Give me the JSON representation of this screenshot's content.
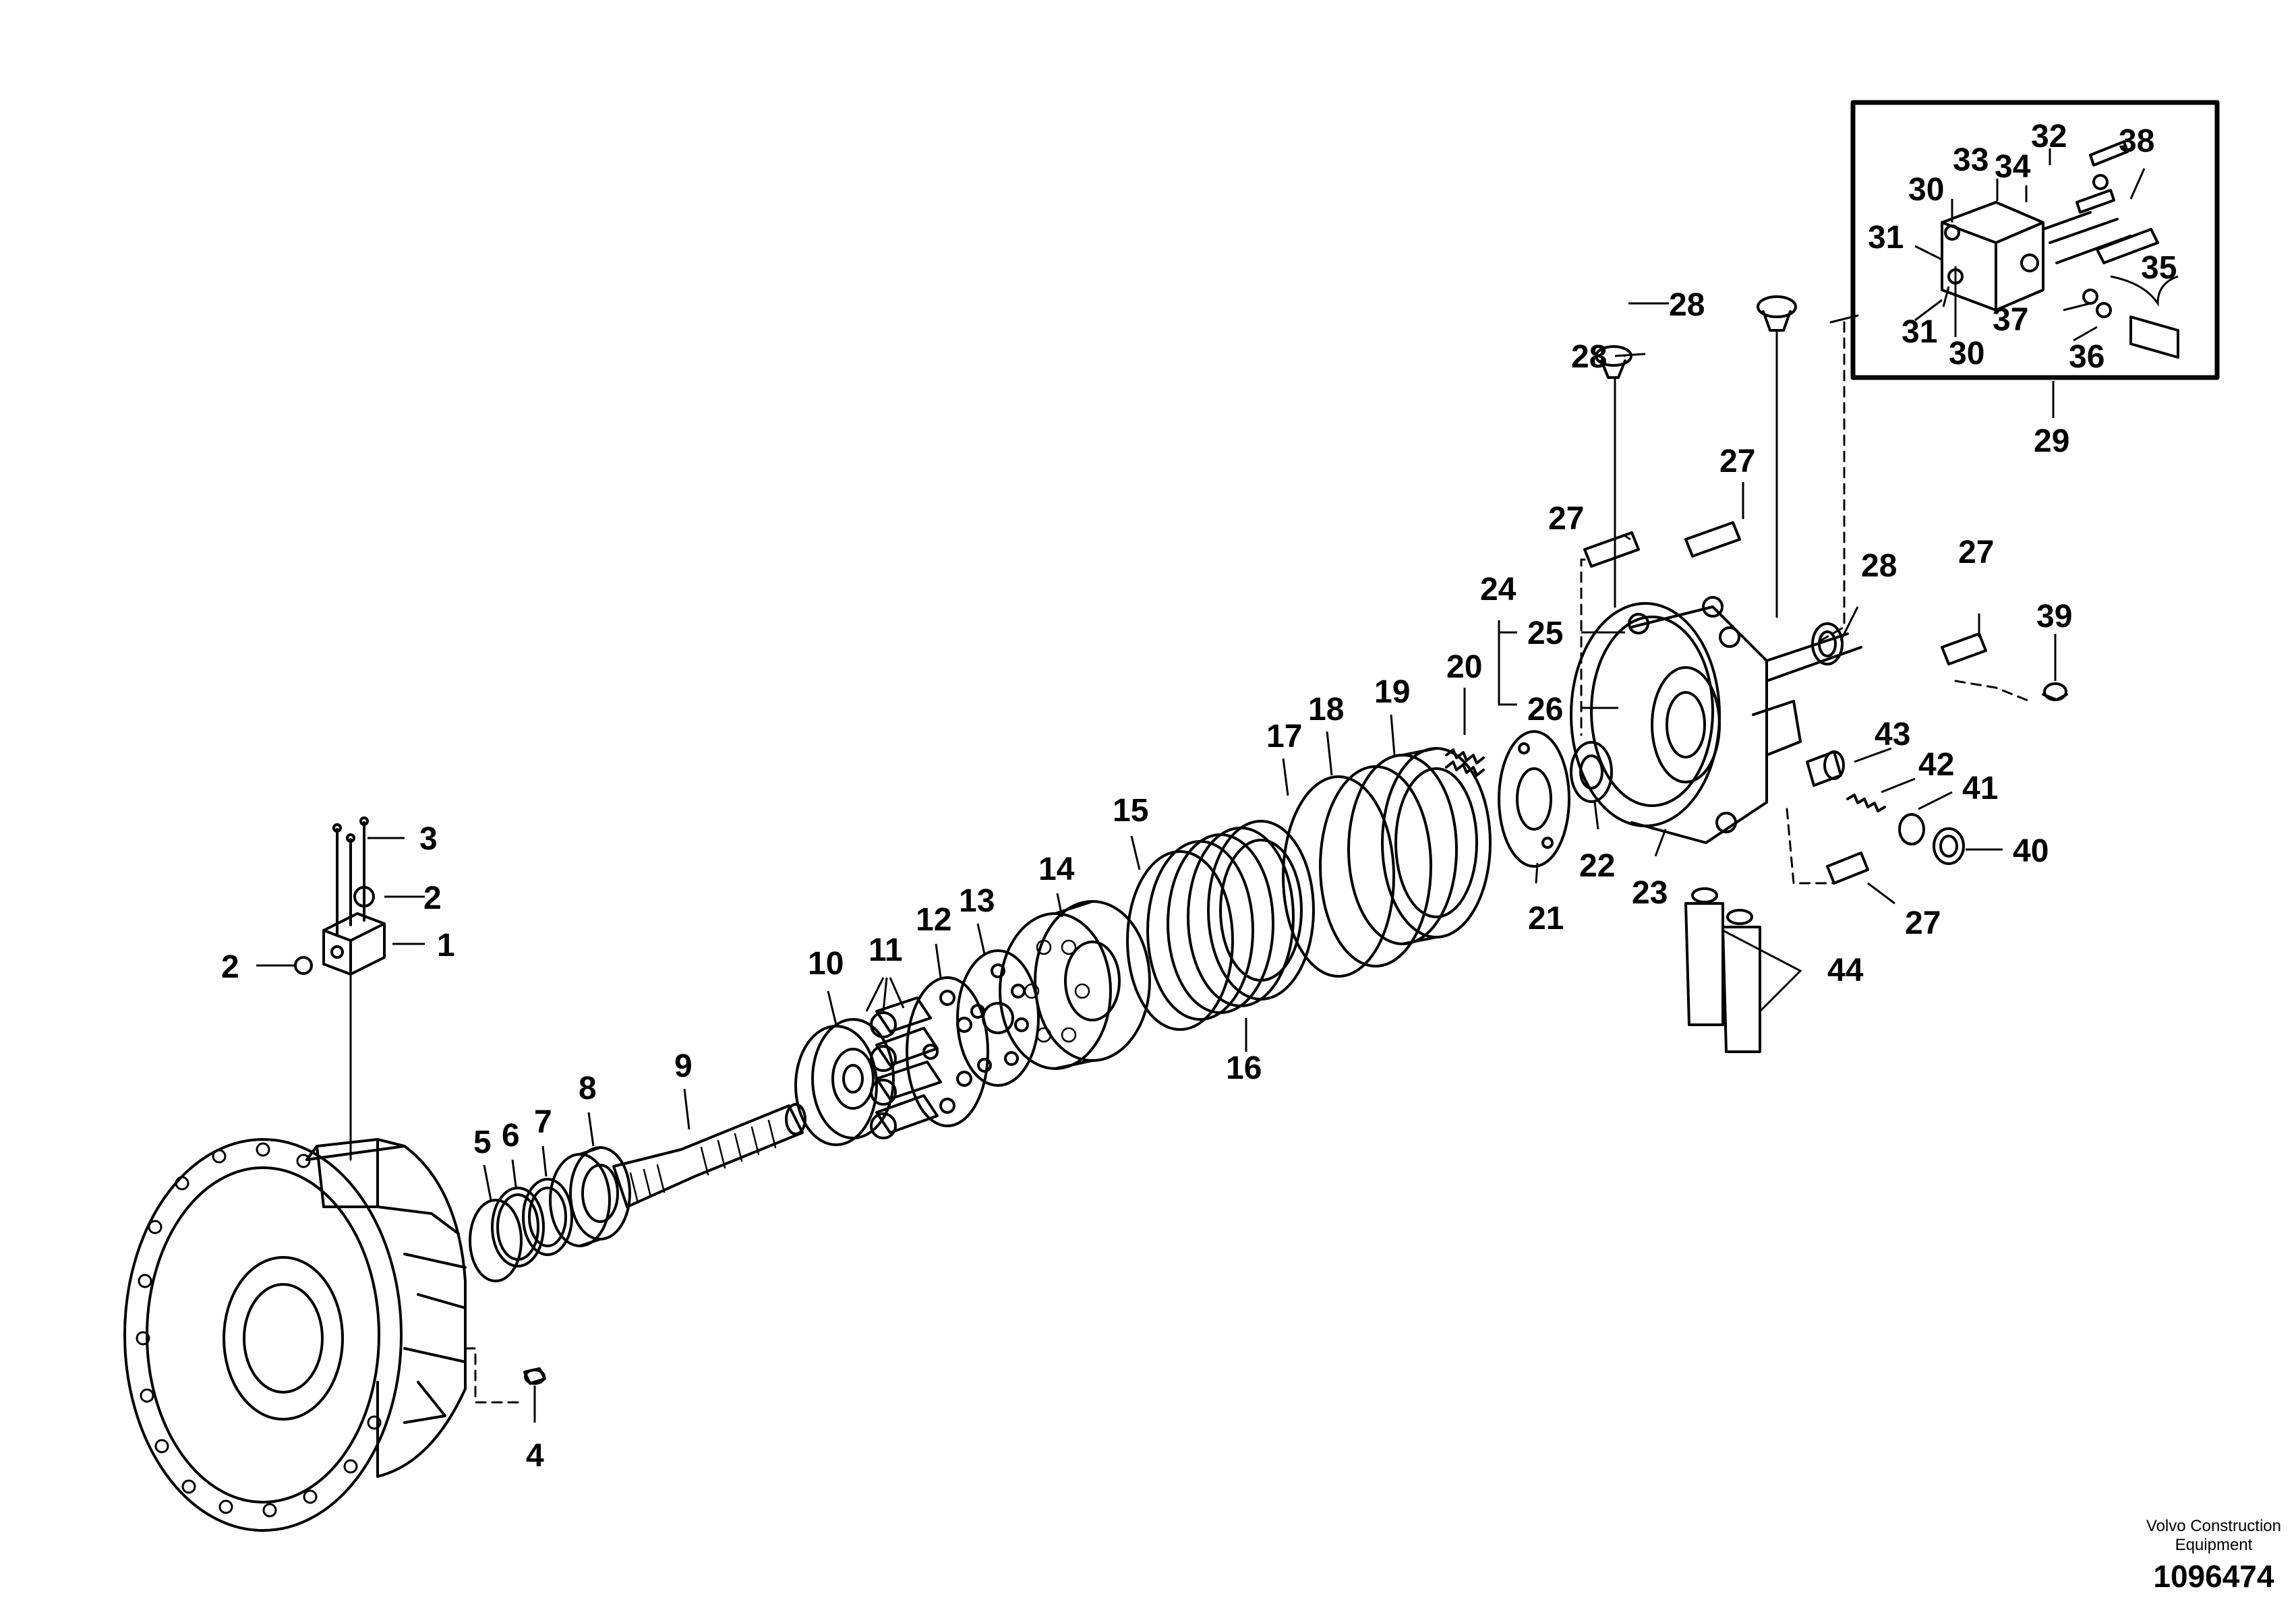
{
  "callouts": {
    "c1": "1",
    "c2a": "2",
    "c2b": "2",
    "c3": "3",
    "c4": "4",
    "c5": "5",
    "c6": "6",
    "c7": "7",
    "c8": "8",
    "c9": "9",
    "c10": "10",
    "c11": "11",
    "c12": "12",
    "c13": "13",
    "c14": "14",
    "c15": "15",
    "c16": "16",
    "c17": "17",
    "c18": "18",
    "c19": "19",
    "c20": "20",
    "c21": "21",
    "c22": "22",
    "c23": "23",
    "c24": "24",
    "c25": "25",
    "c26": "26",
    "c27a": "27",
    "c27b": "27",
    "c27c": "27",
    "c27d": "27",
    "c28a": "28",
    "c28b": "28",
    "c28c": "28",
    "c29": "29",
    "c30a": "30",
    "c30b": "30",
    "c31a": "31",
    "c31b": "31",
    "c32": "32",
    "c33": "33",
    "c34": "34",
    "c35": "35",
    "c36": "36",
    "c37": "37",
    "c38": "38",
    "c39": "39",
    "c40": "40",
    "c41": "41",
    "c42": "42",
    "c43": "43",
    "c44": "44"
  },
  "footer": {
    "brand_line1": "Volvo Construction",
    "brand_line2": "Equipment",
    "doc_number": "1096474"
  }
}
